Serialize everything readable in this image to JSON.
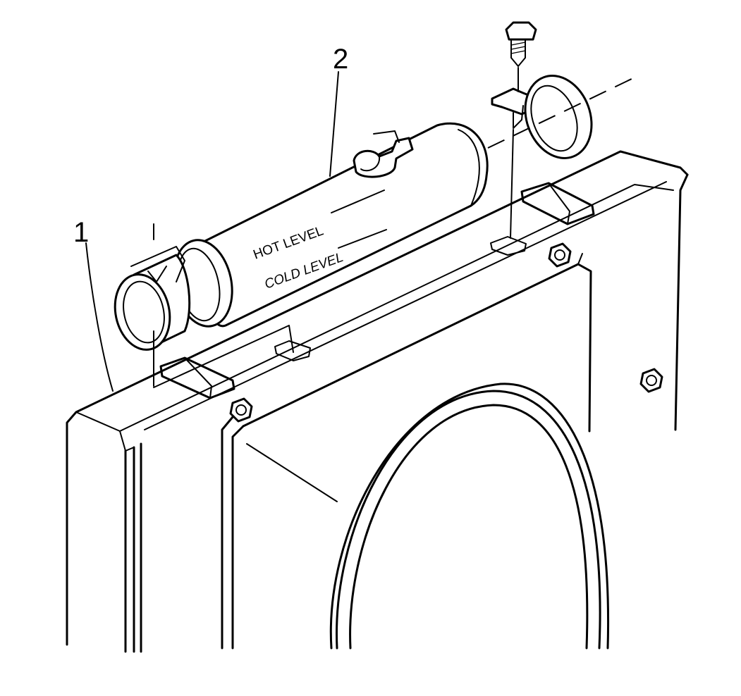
{
  "callouts": {
    "radiator_number": "1",
    "reservoir_number": "2"
  },
  "reservoir_markings": {
    "hot_level": "HOT LEVEL",
    "cold_level": "COLD LEVEL"
  },
  "colors": {
    "line": "#000000",
    "background": "#ffffff"
  }
}
